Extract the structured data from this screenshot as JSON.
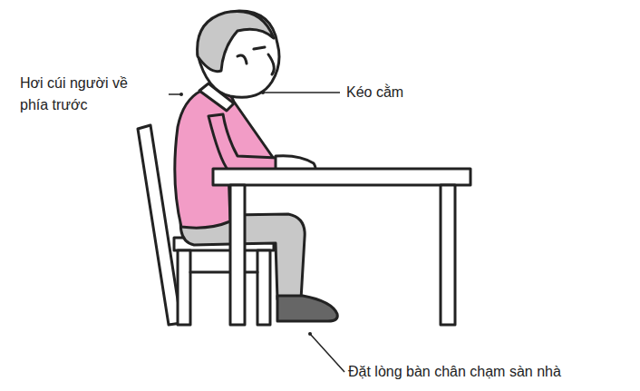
{
  "diagram": {
    "labels": [
      "Hơi cúi người về phía trước",
      "Kéo cằm",
      "Đặt lòng bàn chân chạm sàn nhà"
    ]
  }
}
